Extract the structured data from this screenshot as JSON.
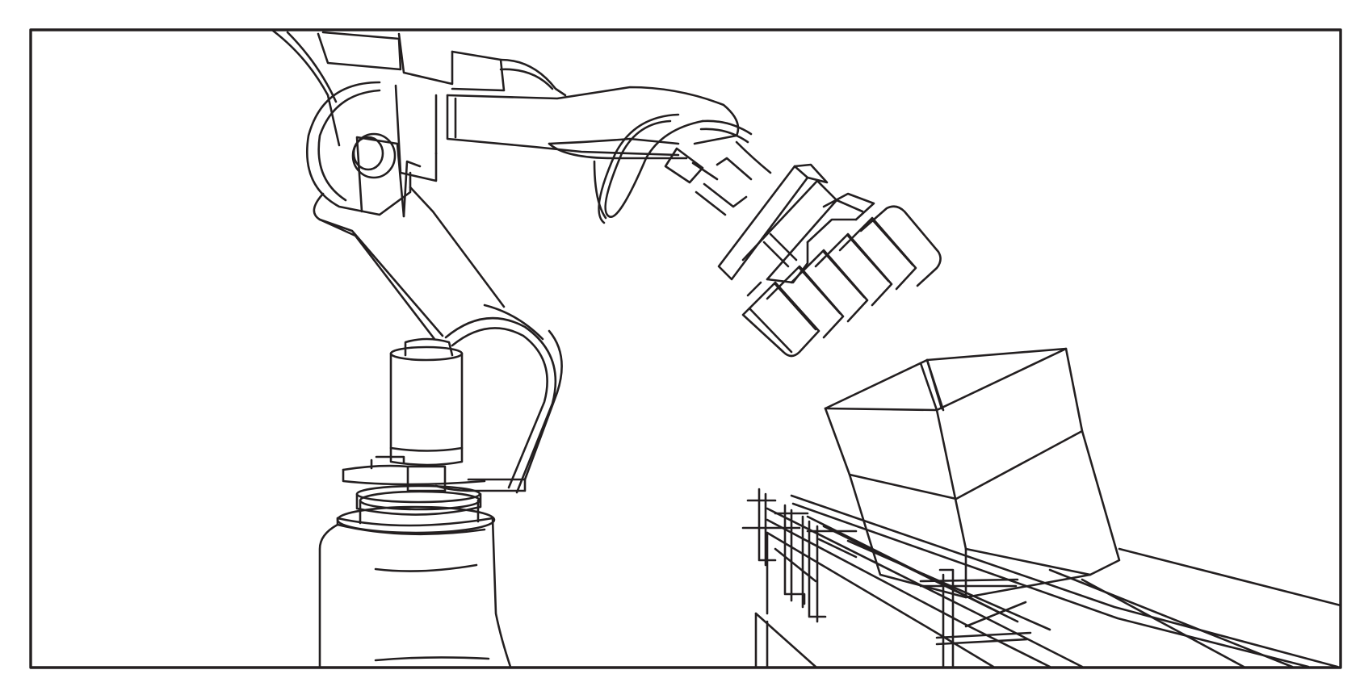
{
  "scene": {
    "subject": "industrial-robot-arm-loading-box",
    "elements": [
      "robot-base",
      "robot-lower-arm",
      "robot-upper-arm",
      "gripper-head",
      "cardboard-box",
      "roller-conveyor"
    ]
  },
  "colors": {
    "line": "#231f20",
    "background": "#ffffff"
  },
  "icons": {
    "robot": "robot-arm-line-drawing",
    "box": "cardboard-box-line-drawing",
    "conveyor": "conveyor-line-drawing"
  }
}
